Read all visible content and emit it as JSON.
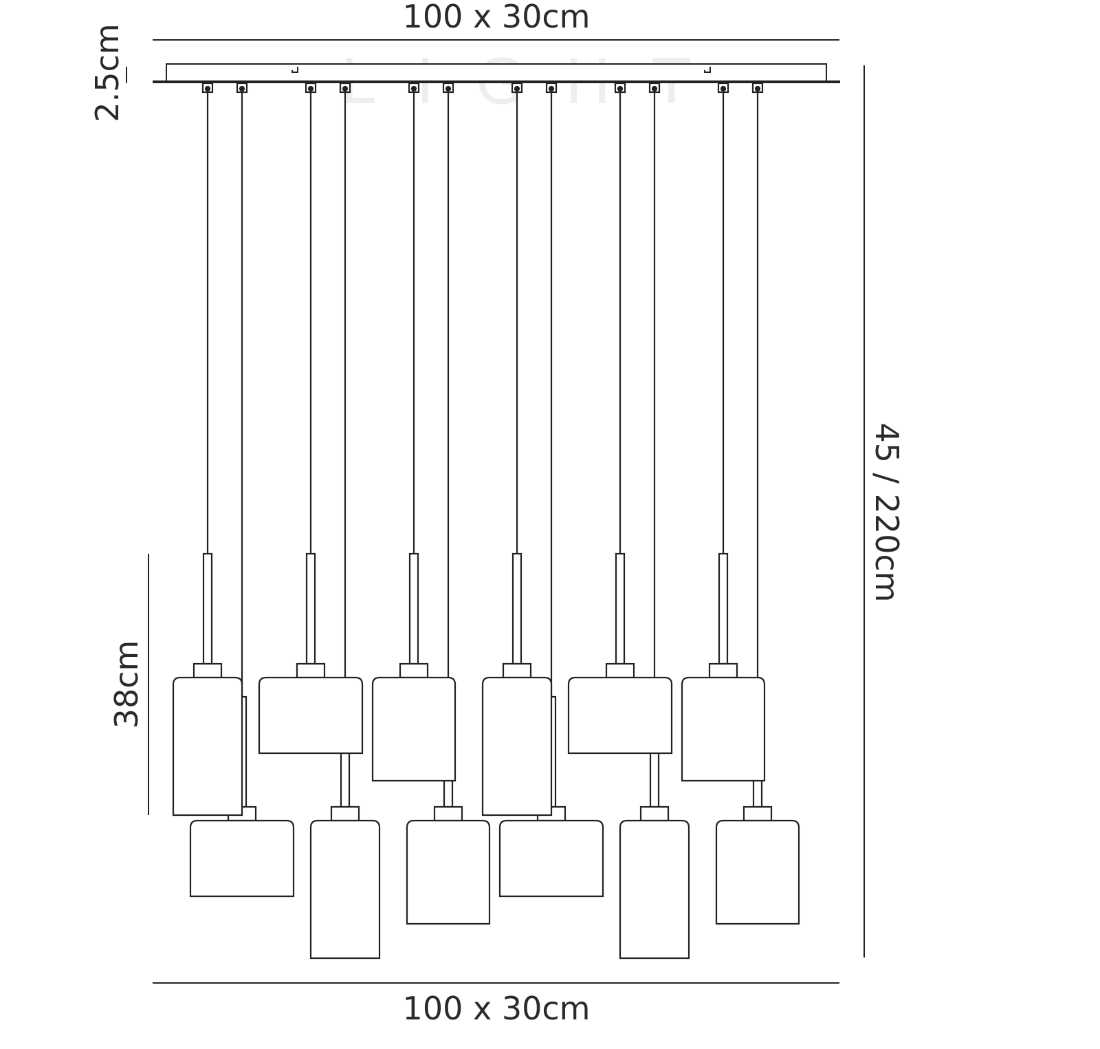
{
  "drawing": {
    "title": "Pendant dimension drawing",
    "dimensions": {
      "top_width": "100 x 30cm",
      "bottom_width": "100 x 30cm",
      "canopy_height": "2.5cm",
      "shade_drop": "38cm",
      "overall_height": "45 / 220cm"
    },
    "watermark": "LIGHT",
    "pendant_count": 12,
    "stroke_color": "#222222"
  }
}
